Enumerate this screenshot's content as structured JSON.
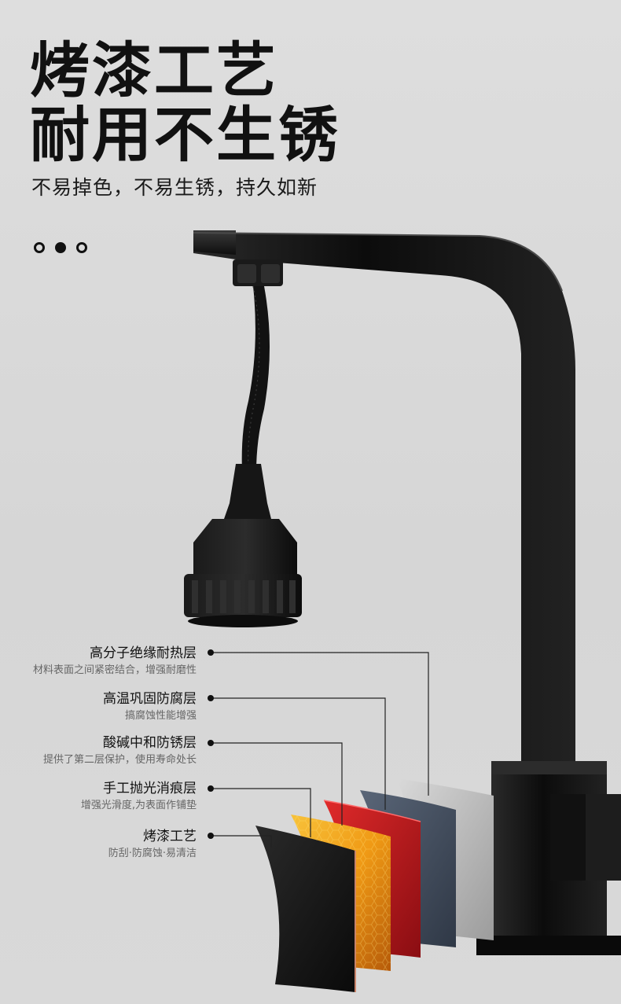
{
  "heading": {
    "line1": "烤漆工艺",
    "line2": "耐用不生锈"
  },
  "subtitle": "不易掉色，不易生锈，持久如新",
  "layers": [
    {
      "title": "高分子绝缘耐热层",
      "desc": "材料表面之间紧密结合，增强耐磨性"
    },
    {
      "title": "高温巩固防腐层",
      "desc": "搞腐蚀性能增强"
    },
    {
      "title": "酸碱中和防锈层",
      "desc": "提供了第二层保护，使用寿命处长"
    },
    {
      "title": "手工抛光消痕层",
      "desc": "增强光滑度,为表面作铺垫"
    },
    {
      "title": "烤漆工艺",
      "desc": "防刮·防腐蚀·易清洁"
    }
  ],
  "colors": {
    "background": "#dcdcdc",
    "faucet": "#151515",
    "layer_silver": "#c6c6c6",
    "layer_blue": "#4a5566",
    "layer_red": "#c8161d",
    "layer_gold": "#f0a018",
    "layer_black": "#1a1a1a"
  }
}
